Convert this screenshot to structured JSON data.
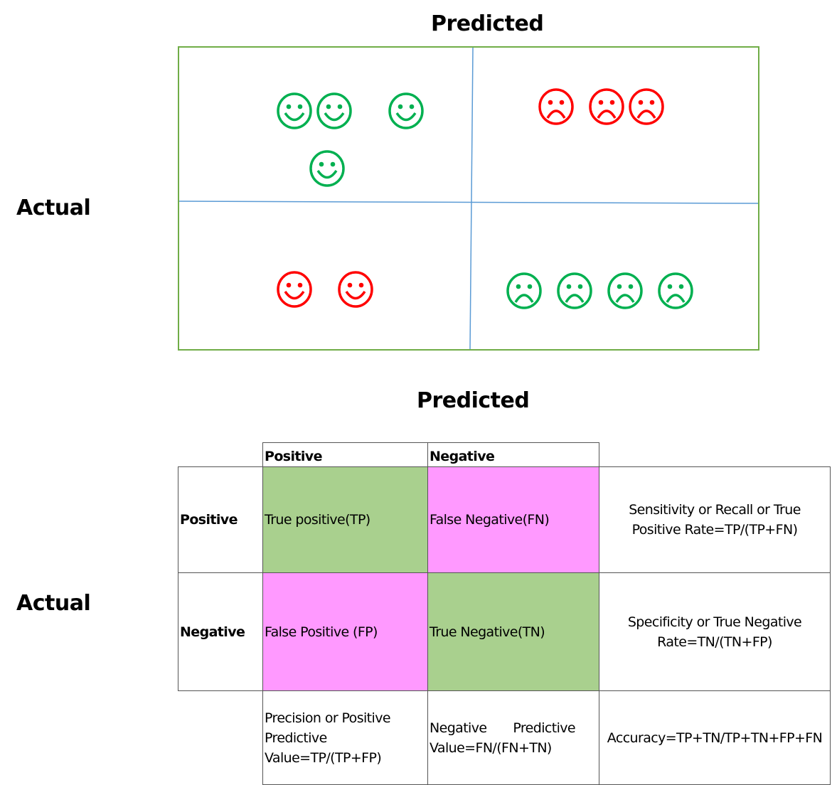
{
  "illustration": {
    "title_predicted": "Predicted",
    "label_actual": "Actual",
    "colors": {
      "border": "#70AD47",
      "divider": "#5B9BD5",
      "good": "#00B050",
      "bad": "#FF0000"
    },
    "quadrants": [
      {
        "name": "true-positive",
        "icon": "smiley-face-icon",
        "color": "green",
        "count": 4
      },
      {
        "name": "false-negative",
        "icon": "frowning-face-icon",
        "color": "red",
        "count": 3
      },
      {
        "name": "false-positive",
        "icon": "smiley-face-icon",
        "color": "red",
        "count": 2
      },
      {
        "name": "true-negative",
        "icon": "frowning-face-icon",
        "color": "green",
        "count": 4
      }
    ]
  },
  "matrix": {
    "title_predicted": "Predicted",
    "label_actual": "Actual",
    "col_headers": [
      "Positive",
      "Negative"
    ],
    "row_headers": [
      "Positive",
      "Negative"
    ],
    "cells": {
      "tp": "True positive(TP)",
      "fn": "False Negative(FN)",
      "fp": "False Positive (FP)",
      "tn": "True Negative(TN)"
    },
    "metrics": {
      "sensitivity": "Sensitivity or Recall or True Positive Rate=TP/(TP+FN)",
      "specificity": "Specificity or True Negative Rate=TN/(TN+FP)",
      "precision": "Precision or Positive Predictive Value=TP/(TP+FP)",
      "npv": "Negative Predictive Value=FN/(FN+TN)",
      "accuracy": "Accuracy=TP+TN/TP+TN+FP+FN"
    },
    "colors": {
      "correct": "#A9D08E",
      "incorrect": "#FF99FF"
    }
  }
}
